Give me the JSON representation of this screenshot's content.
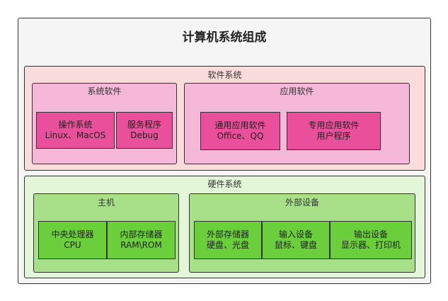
{
  "title": "计算机系统组成",
  "software": {
    "label": "软件系统",
    "system": {
      "label": "系统软件",
      "items": [
        {
          "line1": "操作系统",
          "line2": "Linux、MacOS"
        },
        {
          "line1": "服务程序",
          "line2": "Debug"
        }
      ]
    },
    "application": {
      "label": "应用软件",
      "items": [
        {
          "line1": "通用应用软件",
          "line2": "Office、QQ"
        },
        {
          "line1": "专用应用软件",
          "line2": "用户程序"
        }
      ]
    }
  },
  "hardware": {
    "label": "硬件系统",
    "host": {
      "label": "主机",
      "items": [
        {
          "line1": "中央处理器",
          "line2": "CPU"
        },
        {
          "line1": "内部存储器",
          "line2": "RAM\\ROM"
        }
      ]
    },
    "peripherals": {
      "label": "外部设备",
      "items": [
        {
          "line1": "外部存储器",
          "line2": "硬盘、光盘"
        },
        {
          "line1": "输入设备",
          "line2": "鼠标、键盘"
        },
        {
          "line1": "输出设备",
          "line2": "显示器、打印机"
        }
      ]
    }
  },
  "colors": {
    "outer_bg": "#f5f5f5",
    "software_bg": "#fadcdc",
    "software_group_bg": "#f6b8d8",
    "software_leaf_bg": "#e94f9b",
    "hardware_bg": "#e3f6d8",
    "hardware_group_bg": "#a8e08a",
    "hardware_leaf_bg": "#6bcf3c"
  }
}
